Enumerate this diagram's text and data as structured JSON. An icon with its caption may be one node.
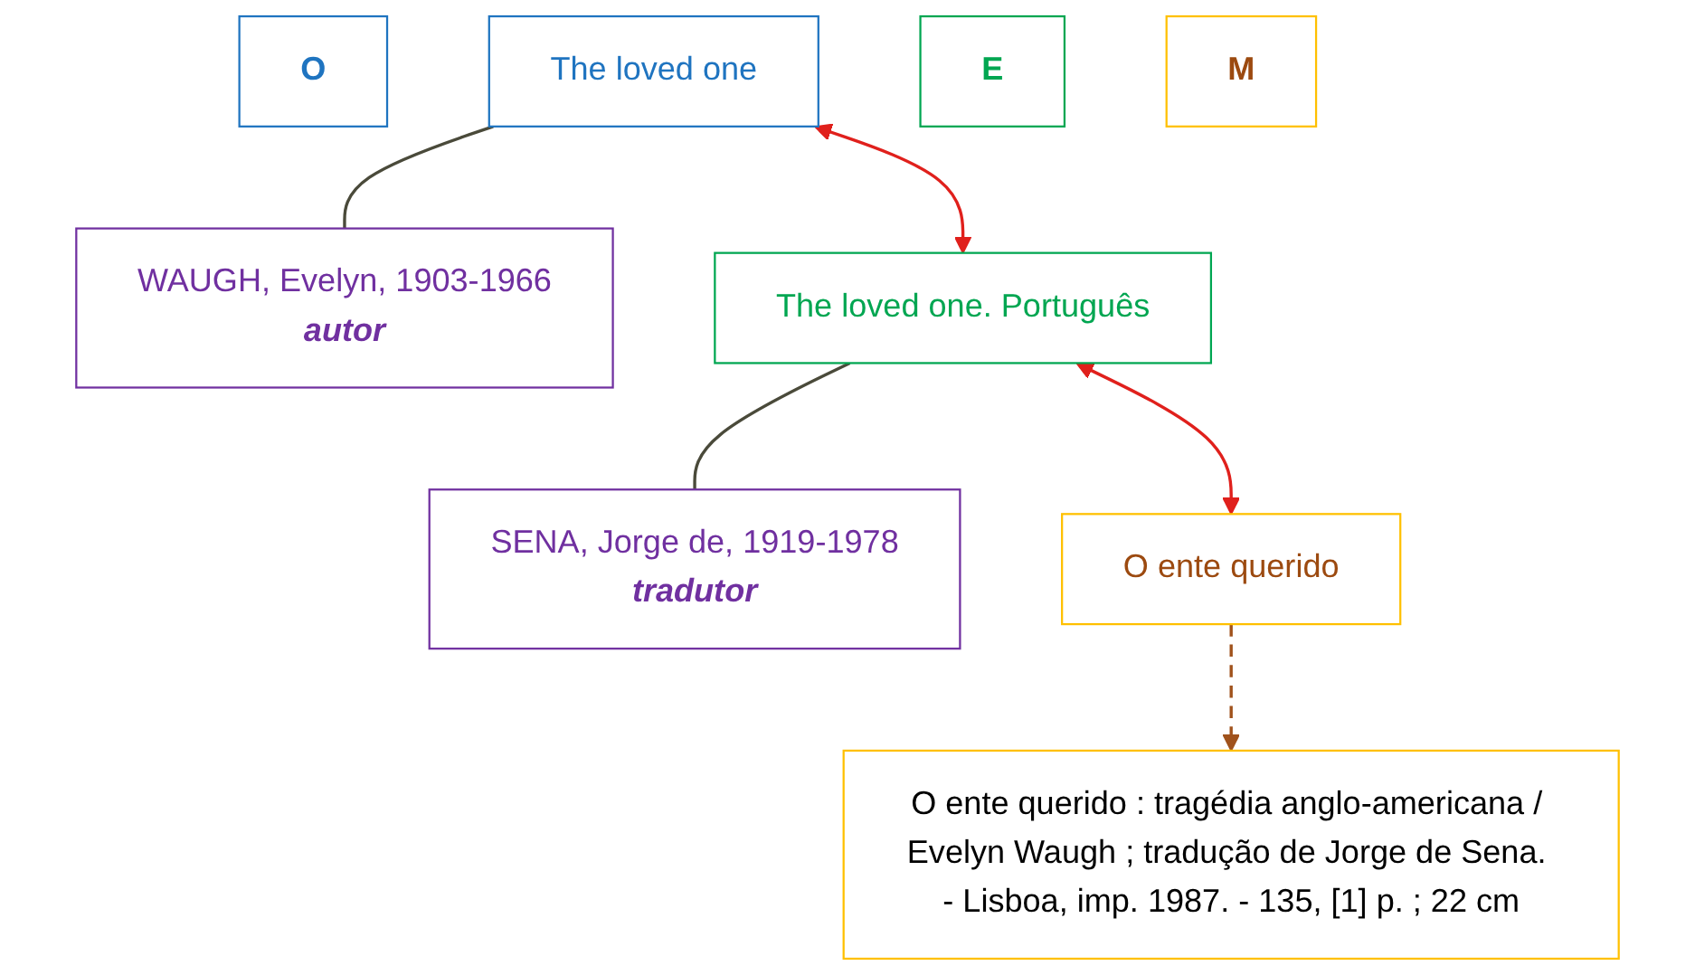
{
  "diagram": {
    "nodes": [
      {
        "text": [
          "O"
        ]
      },
      {
        "text": [
          "The loved one"
        ]
      },
      {
        "text": [
          "WAUGH, Evelyn, 1903-1966",
          "autor"
        ]
      },
      {
        "text": [
          "E"
        ]
      },
      {
        "text": [
          "The loved one. Português"
        ]
      },
      {
        "text": [
          "SENA, Jorge de, 1919-1978",
          "tradutor"
        ]
      },
      {
        "text": [
          "M"
        ]
      },
      {
        "text": [
          "O ente querido"
        ]
      },
      {
        "text": [
          "O ente querido : tragédia anglo-americana / Evelyn Waugh ; tradução de Jorge de Sena. - Lisboa, imp. 1987. - 135, [1] p. ; 22 cm"
        ]
      }
    ],
    "edges": [
      {
        "from": 1,
        "to": 2,
        "arrow": "none",
        "color": "#4a4a3a"
      },
      {
        "from": 1,
        "to": 4,
        "arrow": "both",
        "color": "#e0201c"
      },
      {
        "from": 4,
        "to": 5,
        "arrow": "none",
        "color": "#4a4a3a"
      },
      {
        "from": 4,
        "to": 7,
        "arrow": "both",
        "color": "#e0201c"
      },
      {
        "from": 7,
        "to": 8,
        "arrow": "to",
        "style": "dashed",
        "color": "#a0521c"
      }
    ]
  }
}
